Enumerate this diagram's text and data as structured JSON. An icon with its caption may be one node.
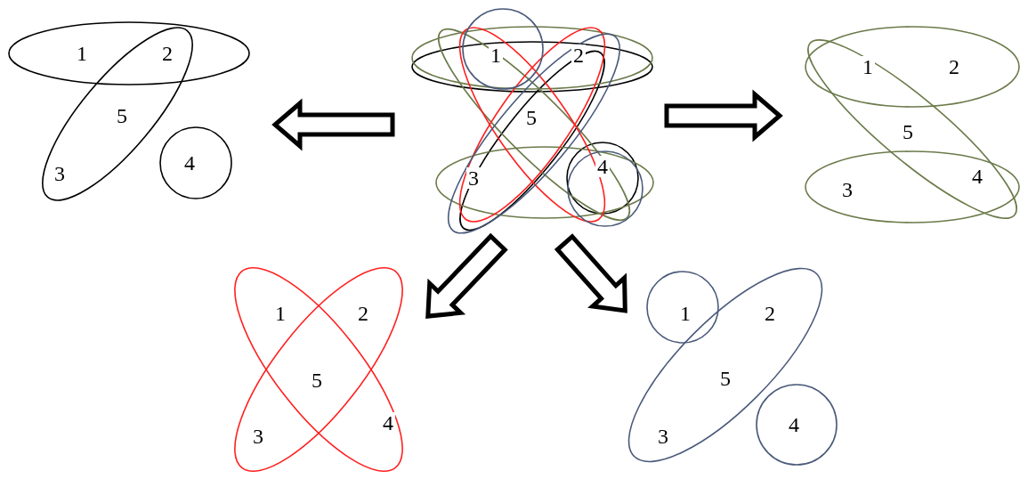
{
  "diagram": {
    "nodes": [
      {
        "text": [
          "1",
          "2",
          "5",
          "3",
          "4"
        ]
      },
      {
        "text": [
          "1",
          "2",
          "5",
          "3",
          "4"
        ]
      },
      {
        "text": [
          "1",
          "2",
          "5",
          "3",
          "4"
        ]
      },
      {
        "text": [
          "1",
          "2",
          "5",
          "3",
          "4"
        ]
      },
      {
        "text": [
          "1",
          "2",
          "5",
          "3",
          "4"
        ]
      }
    ],
    "edges": [
      {
        "from": 1,
        "to": 0,
        "arrow": "to"
      },
      {
        "from": 1,
        "to": 2,
        "arrow": "to"
      },
      {
        "from": 1,
        "to": 3,
        "arrow": "to"
      },
      {
        "from": 1,
        "to": 4,
        "arrow": "to"
      }
    ]
  }
}
